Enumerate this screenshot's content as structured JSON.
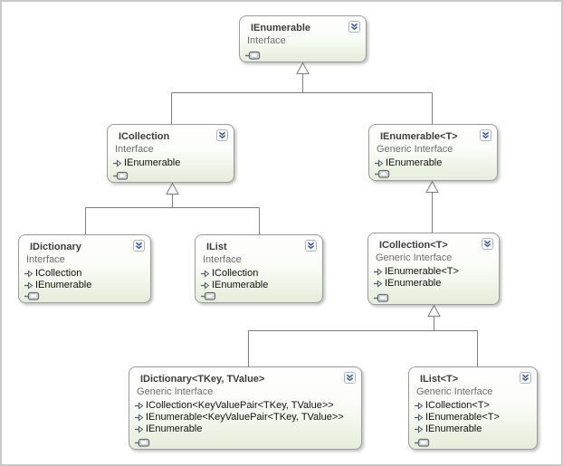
{
  "palette": {
    "node_border": "#9c9c9c",
    "node_fill_bottom": "#e5edd9",
    "title_color": "#3d3d3d",
    "subtitle_color": "#6e6e6e",
    "member_color": "#111111",
    "connector_color": "#7d7d7d",
    "chevron_blue": "#3e5fa8",
    "chevron_border": "#a6b5d0",
    "frame_border": "#c9c9c9"
  },
  "icons": {
    "chevron": "collapse-chevron-icon",
    "inheritance_arrow": "inheritance-arrow-icon",
    "collapsed_members": "collapsed-members-icon"
  },
  "nodes": [
    {
      "title": "IEnumerable",
      "subtitle": "Interface",
      "members": []
    },
    {
      "title": "ICollection",
      "subtitle": "Interface",
      "members": [
        "IEnumerable"
      ]
    },
    {
      "title": "IEnumerable<T>",
      "subtitle": "Generic Interface",
      "members": [
        "IEnumerable"
      ]
    },
    {
      "title": "IDictionary",
      "subtitle": "Interface",
      "members": [
        "ICollection",
        "IEnumerable"
      ]
    },
    {
      "title": "IList",
      "subtitle": "Interface",
      "members": [
        "ICollection",
        "IEnumerable"
      ]
    },
    {
      "title": "ICollection<T>",
      "subtitle": "Generic Interface",
      "members": [
        "IEnumerable<T>",
        "IEnumerable"
      ]
    },
    {
      "title": "IDictionary<TKey, TValue>",
      "subtitle": "Generic Interface",
      "members": [
        "ICollection<KeyValuePair<TKey, TValue>>",
        "IEnumerable<KeyValuePair<TKey, TValue>>",
        "IEnumerable"
      ]
    },
    {
      "title": "IList<T>",
      "subtitle": "Generic Interface",
      "members": [
        "ICollection<T>",
        "IEnumerable<T>",
        "IEnumerable"
      ]
    }
  ],
  "edges": [
    {
      "from": "ICollection",
      "to": "IEnumerable"
    },
    {
      "from": "IEnumerable<T>",
      "to": "IEnumerable"
    },
    {
      "from": "IDictionary",
      "to": "ICollection"
    },
    {
      "from": "IList",
      "to": "ICollection"
    },
    {
      "from": "ICollection<T>",
      "to": "IEnumerable<T>"
    },
    {
      "from": "IDictionary<TKey, TValue>",
      "to": "ICollection<T>"
    },
    {
      "from": "IList<T>",
      "to": "ICollection<T>"
    }
  ]
}
